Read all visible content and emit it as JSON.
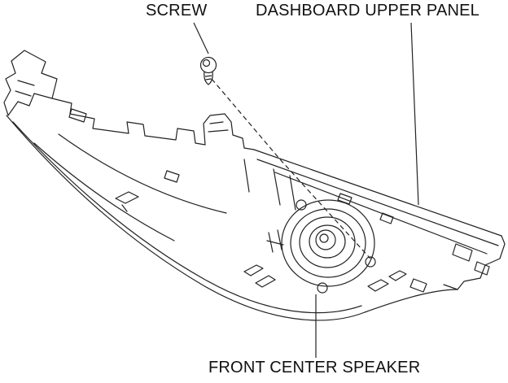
{
  "colors": {
    "background": "#ffffff",
    "ink": "#222222"
  },
  "callouts": [
    {
      "id": "screw",
      "text": "SCREW"
    },
    {
      "id": "dashboard-upper-panel",
      "text": "DASHBOARD UPPER PANEL"
    },
    {
      "id": "front-center-speaker",
      "text": "FRONT CENTER SPEAKER"
    }
  ],
  "diagram": {
    "type": "exploded-view",
    "parts": [
      "SCREW",
      "DASHBOARD UPPER PANEL",
      "FRONT CENTER SPEAKER"
    ]
  }
}
